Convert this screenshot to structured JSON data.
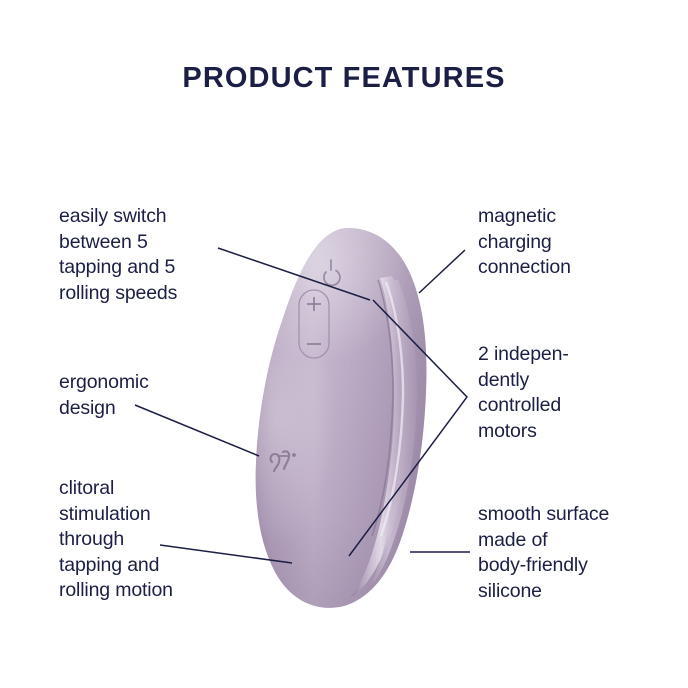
{
  "header": {
    "title": "PRODUCT FEATURES"
  },
  "colors": {
    "text": "#1c1f45",
    "background": "#ffffff",
    "leader_line": "#1c1f45",
    "product_body": "#b4a2be",
    "product_highlight": "#d3c7da",
    "product_shadow": "#8e7c9b",
    "product_groove_light": "#e0d7e5",
    "product_groove_dark": "#9a89a6"
  },
  "callouts": {
    "left": [
      {
        "id": "speeds",
        "text": "easily switch\nbetween 5\ntapping and 5\nrolling speeds"
      },
      {
        "id": "ergonomic",
        "text": "ergonomic\ndesign"
      },
      {
        "id": "clitoral",
        "text": "clitoral\nstimulation\nthrough\ntapping and\nrolling motion"
      }
    ],
    "right": [
      {
        "id": "magnetic",
        "text": "magnetic\ncharging\nconnection"
      },
      {
        "id": "motors",
        "text": "2 indepen-\ndently\ncontrolled\nmotors"
      },
      {
        "id": "smooth",
        "text": "smooth surface\nmade of\nbody-friendly\nsilicone"
      }
    ]
  },
  "product": {
    "name": "clitoral-stimulator",
    "controls": {
      "power_icon": "power-icon",
      "increase_label": "+",
      "decrease_label": "−"
    },
    "brand_mark": "satisfyer-logo-icon"
  }
}
